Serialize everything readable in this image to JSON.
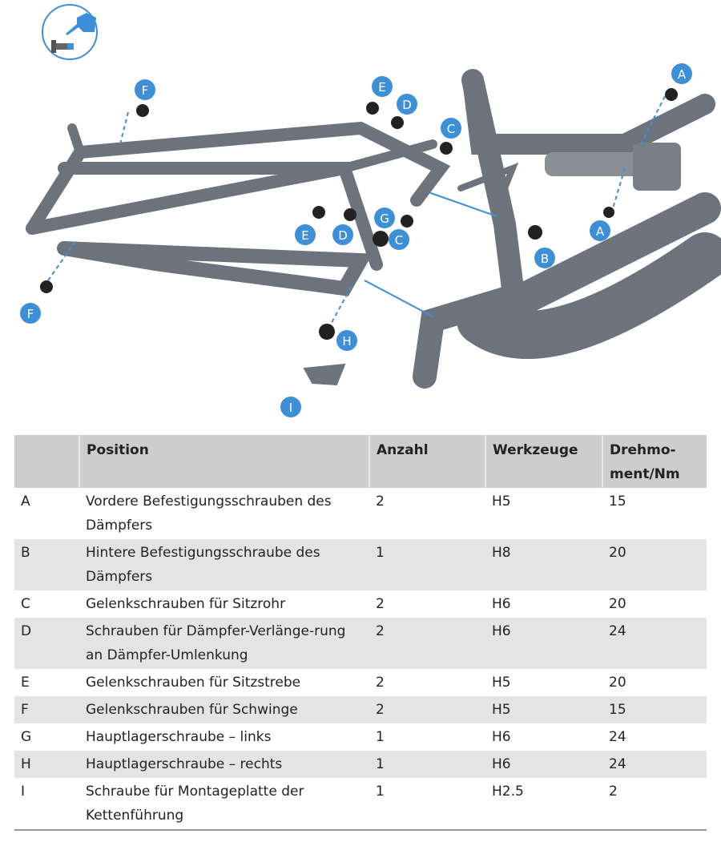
{
  "diagram": {
    "labels": [
      "A",
      "A",
      "B",
      "C",
      "C",
      "D",
      "D",
      "E",
      "E",
      "F",
      "F",
      "G",
      "H",
      "I"
    ],
    "accent_color": "#3d8fd8",
    "frame_color": "#6d737c"
  },
  "table": {
    "headers": [
      "",
      "Position",
      "Anzahl",
      "Werkzeuge",
      "Drehmo-\nment/Nm"
    ],
    "rows": [
      {
        "pos": "A",
        "desc": "Vordere Befestigungsschrauben des Dämpfers",
        "qty": "2",
        "tool": "H5",
        "torque": "15"
      },
      {
        "pos": "B",
        "desc": "Hintere Befestigungsschraube des Dämpfers",
        "qty": "1",
        "tool": "H8",
        "torque": "20"
      },
      {
        "pos": "C",
        "desc": "Gelenkschrauben für Sitzrohr",
        "qty": "2",
        "tool": "H6",
        "torque": "20"
      },
      {
        "pos": "D",
        "desc": "Schrauben für Dämpfer-Verlänge-rung an Dämpfer-Umlenkung",
        "qty": "2",
        "tool": "H6",
        "torque": "24"
      },
      {
        "pos": "E",
        "desc": "Gelenkschrauben für Sitzstrebe",
        "qty": "2",
        "tool": "H5",
        "torque": "20"
      },
      {
        "pos": "F",
        "desc": "Gelenkschrauben für Schwinge",
        "qty": "2",
        "tool": "H5",
        "torque": "15"
      },
      {
        "pos": "G",
        "desc": "Hauptlagerschraube – links",
        "qty": "1",
        "tool": "H6",
        "torque": "24"
      },
      {
        "pos": "H",
        "desc": "Hauptlagerschraube – rechts",
        "qty": "1",
        "tool": "H6",
        "torque": "24"
      },
      {
        "pos": "I",
        "desc": "Schraube für Montageplatte der Kettenführung",
        "qty": "1",
        "tool": "H2.5",
        "torque": "2"
      }
    ]
  }
}
